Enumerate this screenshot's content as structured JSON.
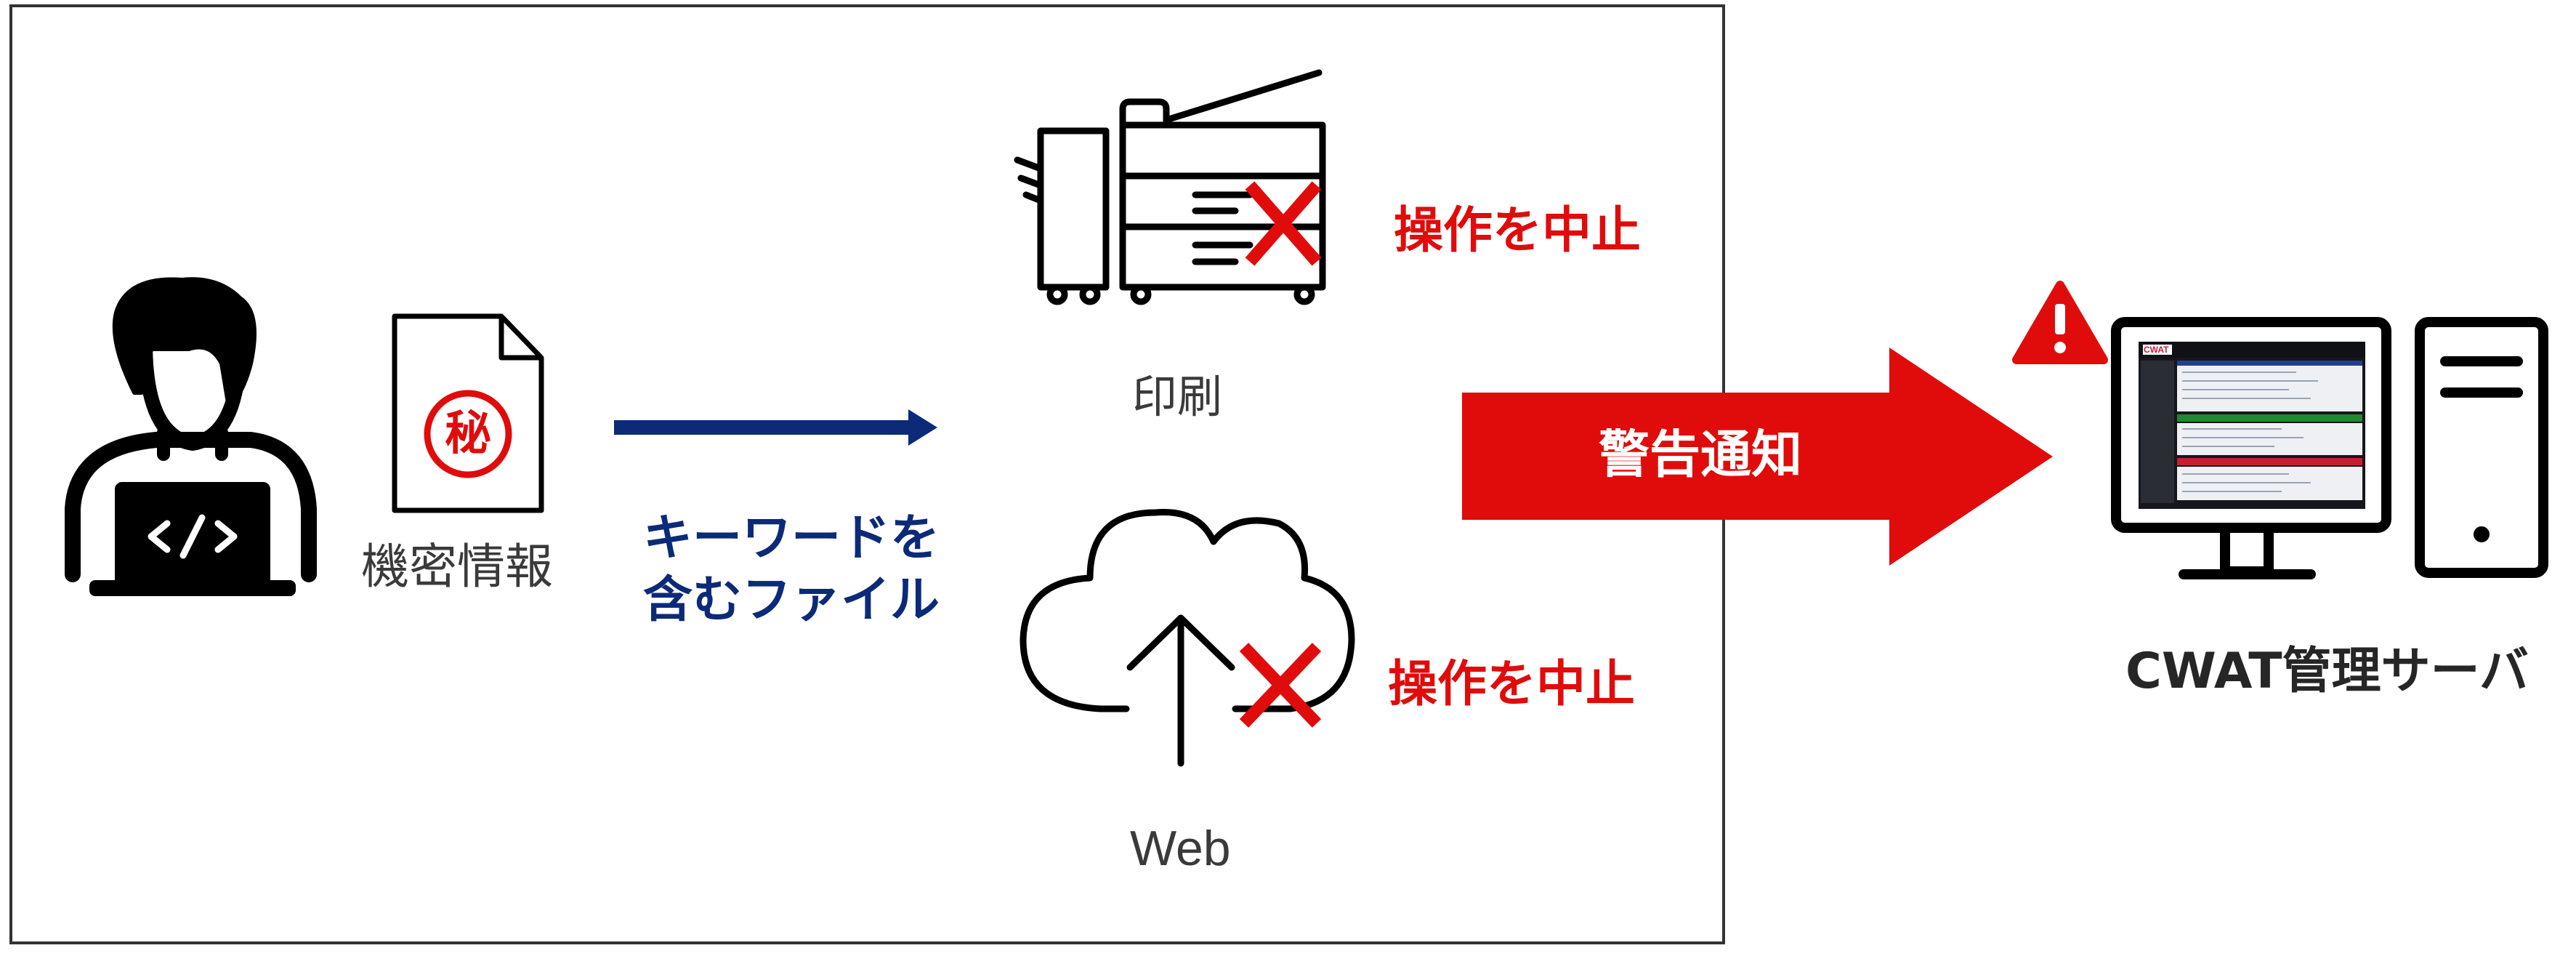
{
  "colors": {
    "red": "#E00C0C",
    "navy": "#0C2A78",
    "black": "#000000",
    "frame": "#333333",
    "green": "#1E8B2E"
  },
  "icons": {
    "user": "user-laptop-icon",
    "document": "secret-document-icon",
    "printer": "multifunction-printer-icon",
    "cloud": "cloud-upload-icon",
    "warning": "warning-icon",
    "server": "server-monitor-icon"
  },
  "labels": {
    "secret_stamp": "秘",
    "confidential_info": "機密情報",
    "keyword_line1": "キーワードを",
    "keyword_line2": "含むファイル",
    "print_stop": "操作を中止",
    "print_label": "印刷",
    "web_stop": "操作を中止",
    "web_label": "Web",
    "alert_notification": "警告通知",
    "server_label": "CWAT管理サーバ",
    "screen_logo": "CWAT"
  }
}
